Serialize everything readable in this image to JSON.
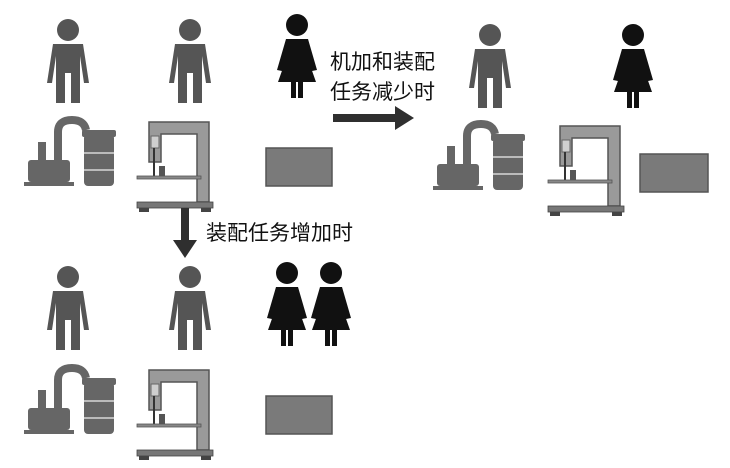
{
  "labels": {
    "reduce_line1": "机加和装配",
    "reduce_line2": "任务减少时",
    "increase": "装配任务增加时"
  },
  "colors": {
    "figure": "#555555",
    "arrow": "#2f2f2f",
    "machine": "#666666",
    "machine_light": "#9a9a9a",
    "box": "#7a7a7a"
  },
  "icons": [
    "man-icon",
    "woman-icon",
    "boiler-machine-icon",
    "band-saw-icon",
    "table-icon",
    "arrow-right-icon",
    "arrow-down-icon"
  ]
}
